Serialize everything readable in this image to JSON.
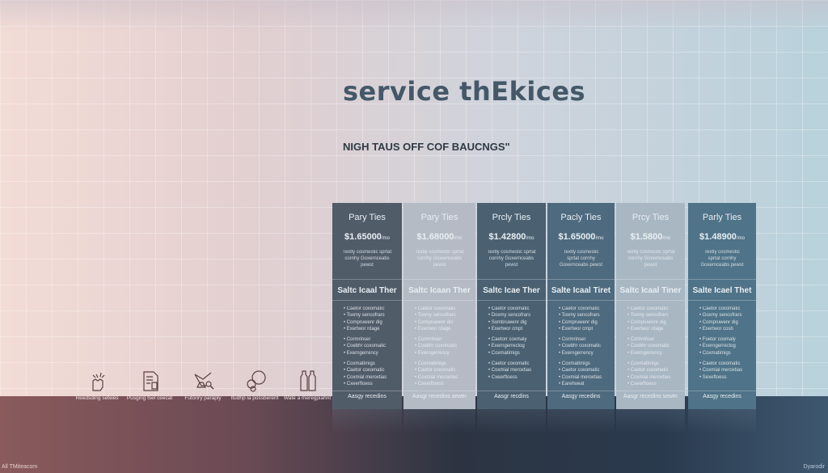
{
  "header": {
    "title": "service thEkices",
    "subtitle": "NIGH TAUS OFF COF BAUCNGS\""
  },
  "cards": [
    {
      "name": "Pary Ties",
      "price": "$1.65000",
      "unit": "/mo",
      "desc": "Textly cosmestic sprtat cornhy Goxernceabs pewst",
      "tier": "Saltc Icaal Ther",
      "features": [
        "Caetor coxomatic",
        "Toxmy sencofrars",
        "Compruwenr dig",
        "Exertwor rdage",
        "Cormrinser",
        "Coebhr coxomatic",
        "Exerngerrency",
        "Coxmatirnigs",
        "Caetor coxomatic",
        "Coxmial meroxtias",
        "Cxeerftoess"
      ],
      "footer": "Aasgy recedins",
      "color": "#515c69"
    },
    {
      "name": "Pary Ties",
      "price": "$1.68000",
      "unit": "/mo",
      "desc": "Textly cosmestic sprtat cornhy Goxernceabs pewst",
      "tier": "Saltc Icaan Ther",
      "features": [
        "Caetor coxomatic",
        "Toxmy sencofrars",
        "Compruwenr dic",
        "Exertwor rdage",
        "Cormrinser",
        "Coebhr coxomatic",
        "Exerngerrency",
        "Coxmatirnigs",
        "Caetor coxomatic",
        "Coxmial meroxtias",
        "Cxeerftoess"
      ],
      "footer": "Aasgr recedins sewtn",
      "color": "#b4bbc5"
    },
    {
      "name": "Prcly Ties",
      "price": "$1.42800",
      "unit": "/mo",
      "desc": "Textly cosmestic sprtat cornhy Goxernceabs pewst",
      "tier": "Saltc Icae Ther",
      "features": [
        "Caetor coxomatic",
        "Doxmy sencofrars",
        "Sombruwenr dig",
        "Exertwor cmpt",
        "Caetorr coxmaly",
        "Exerngerrectog",
        "Coxmatirnigs",
        "Caetor coxomatic",
        "Coxmial meroxtias",
        "Cxeerftoess"
      ],
      "footer": "Aasgr recdins",
      "color": "#4b6172"
    },
    {
      "name": "Pacly Ties",
      "price": "$1.65000",
      "unit": "/mo",
      "desc": "Textly cosmestic sprtat cornhy Goxernceabs pewst",
      "tier": "Salte Icaal Tiret",
      "features": [
        "Caetor coxomatic",
        "Toxmy sencofrars",
        "Compruwenr dig",
        "Exertwor cmpt",
        "Cormrinser",
        "Coebhr coxomatic",
        "Exerngerrency",
        "Coxmatirnigs",
        "Caetor coxomatic",
        "Coxmial meroxtias",
        "Earehoeat"
      ],
      "footer": "Aasgy recedins",
      "color": "#4e6a7e"
    },
    {
      "name": "Prcy Ties",
      "price": "$1.5800",
      "unit": "/mo",
      "desc": "Textly cosmestic sprtat cornhy Goxernceabs pewst",
      "tier": "Saltc Icaal Tiner",
      "features": [
        "Caetor coxomatic",
        "Toxmy sencofrars",
        "Compruwenr dig",
        "Exertwor rdage",
        "Cormrinser",
        "Coebhr coxomatic",
        "Exerngerrency",
        "Coxmatirnigs",
        "Caetor coxomatic",
        "Coxmial meroxtias",
        "Cxeerftoess"
      ],
      "footer": "Aasgr recedins sewtn",
      "color": "#a9b7c3"
    },
    {
      "name": "Parly Ties",
      "price": "$1.48900",
      "unit": "/mo",
      "desc": "Textly cosmestic sprtat cornhy Goxernceabs pewst",
      "tier": "Salte Icael Thet",
      "features": [
        "Caetor coxomatic",
        "Goxmy sencofrars",
        "Compruwenr dig",
        "Exertwor cosb",
        "Foetor coxmaly",
        "Exerngerrectog",
        "Coxmatirnigs",
        "Caetor coxomatic",
        "Coxmial meroxtias",
        "Sexeftoess"
      ],
      "footer": "Aasgy recedins",
      "color": "#4f7388"
    }
  ],
  "features": [
    {
      "icon": "hand-click-icon",
      "label": "Reedsding setwes"
    },
    {
      "icon": "document-icon",
      "label": "Pusging fsel ceecat"
    },
    {
      "icon": "network-search-icon",
      "label": "Futoriry paraply"
    },
    {
      "icon": "gears-chat-icon",
      "label": "Itudhp la possberent"
    },
    {
      "icon": "bottles-icon",
      "label": "Wate a meregpiahnt"
    }
  ],
  "footer": {
    "left": "All TMiteacom",
    "right": "Dyarodir"
  }
}
